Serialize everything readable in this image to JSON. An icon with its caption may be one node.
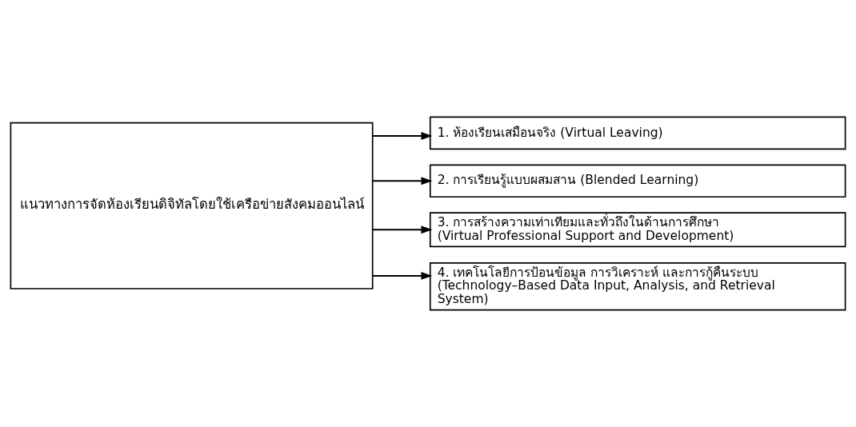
{
  "diagram": {
    "nodes": [
      {
        "text": [
          "แนวทางการจัดห้องเรียนดิจิทัลโดยใช้เครือข่ายสังคมออนไลน์"
        ]
      },
      {
        "text": [
          "1. ห้องเรียนเสมือนจริง (Virtual Leaving)"
        ]
      },
      {
        "text": [
          "2. การเรียนรู้แบบผสมสาน (Blended Learning)"
        ]
      },
      {
        "text": [
          "3. การสร้างความเท่าเทียมและทั่วถึงในด้านการศึกษา (Virtual Professional Support and Development)"
        ]
      },
      {
        "text": [
          "4. เทคโนโลยีการป้อนข้อมูล การวิเคราะห์ และการกู้คืนระบบ (Technology–Based Data Input, Analysis, and Retrieval System)"
        ]
      }
    ],
    "edges": [
      {
        "from": 0,
        "to": 1,
        "arrow": "to"
      },
      {
        "from": 0,
        "to": 2,
        "arrow": "to"
      },
      {
        "from": 0,
        "to": 3,
        "arrow": "to"
      },
      {
        "from": 0,
        "to": 4,
        "arrow": "to"
      }
    ]
  }
}
